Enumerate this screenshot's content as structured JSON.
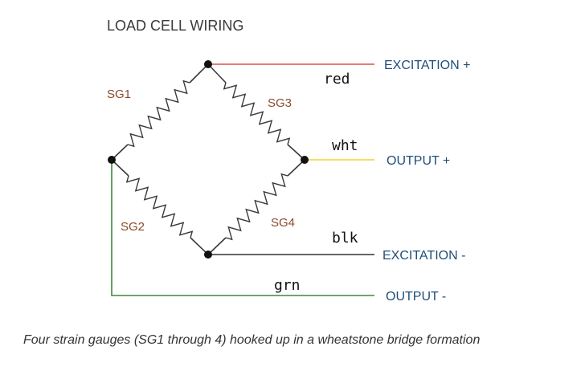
{
  "diagram": {
    "title": "LOAD CELL WIRING",
    "gauges": [
      {
        "id": "sg1",
        "label": "SG1"
      },
      {
        "id": "sg2",
        "label": "SG2"
      },
      {
        "id": "sg3",
        "label": "SG3"
      },
      {
        "id": "sg4",
        "label": "SG4"
      }
    ],
    "terminals": [
      {
        "id": "excitation-plus",
        "label": "EXCITATION +",
        "wire": "red",
        "color": "#d9534f"
      },
      {
        "id": "output-plus",
        "label": "OUTPUT +",
        "wire": "wht",
        "color": "#f2d22e"
      },
      {
        "id": "excitation-minus",
        "label": "EXCITATION -",
        "wire": "blk",
        "color": "#333333"
      },
      {
        "id": "output-minus",
        "label": "OUTPUT -",
        "wire": "grn",
        "color": "#3a8a3a"
      }
    ],
    "caption": "Four strain gauges (SG1 through 4) hooked up in a wheatstone bridge formation"
  }
}
